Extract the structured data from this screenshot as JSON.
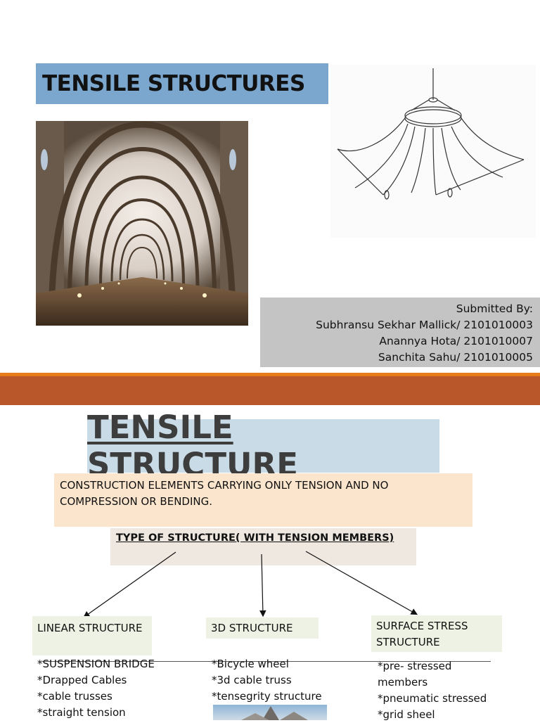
{
  "slide1": {
    "title": "TENSILE STRUCTURES",
    "submitted_by_label": "Submitted By:",
    "authors": [
      "Subhransu Sekhar Mallick/ 2101010003",
      "Anannya Hota/ 2101010007",
      "Sanchita Sahu/ 2101010005"
    ]
  },
  "slide2": {
    "title": "TENSILE STRUCTURE",
    "definition_line1": "CONSTRUCTION ELEMENTS CARRYING ONLY TENSION AND NO",
    "definition_line2": "COMPRESSION OR BENDING.",
    "type_heading": "TYPE OF STRUCTURE( WITH TENSION MEMBERS)",
    "categories": [
      {
        "label": "LINEAR STRUCTURE",
        "items": [
          "*SUSPENSION BRIDGE",
          "*Drapped  Cables",
          "*cable trusses",
          "*straight tension"
        ]
      },
      {
        "label": "3D STRUCTURE",
        "items": [
          "*Bicycle wheel",
          "*3d cable truss",
          "*tensegrity structure"
        ]
      },
      {
        "label_line1": "SURFACE STRESS",
        "label_line2": "STRUCTURE",
        "items": [
          "*pre- stressed members",
          "*pneumatic stressed",
          "*grid sheel"
        ]
      }
    ]
  },
  "colors": {
    "title_bg": "#7ba7cf",
    "credits_bg": "#c4c4c4",
    "divider": "#b9572b",
    "divider_accent": "#e87c1a",
    "title2_bg": "#c8dbe7",
    "definition_bg": "#fbe5cd"
  }
}
